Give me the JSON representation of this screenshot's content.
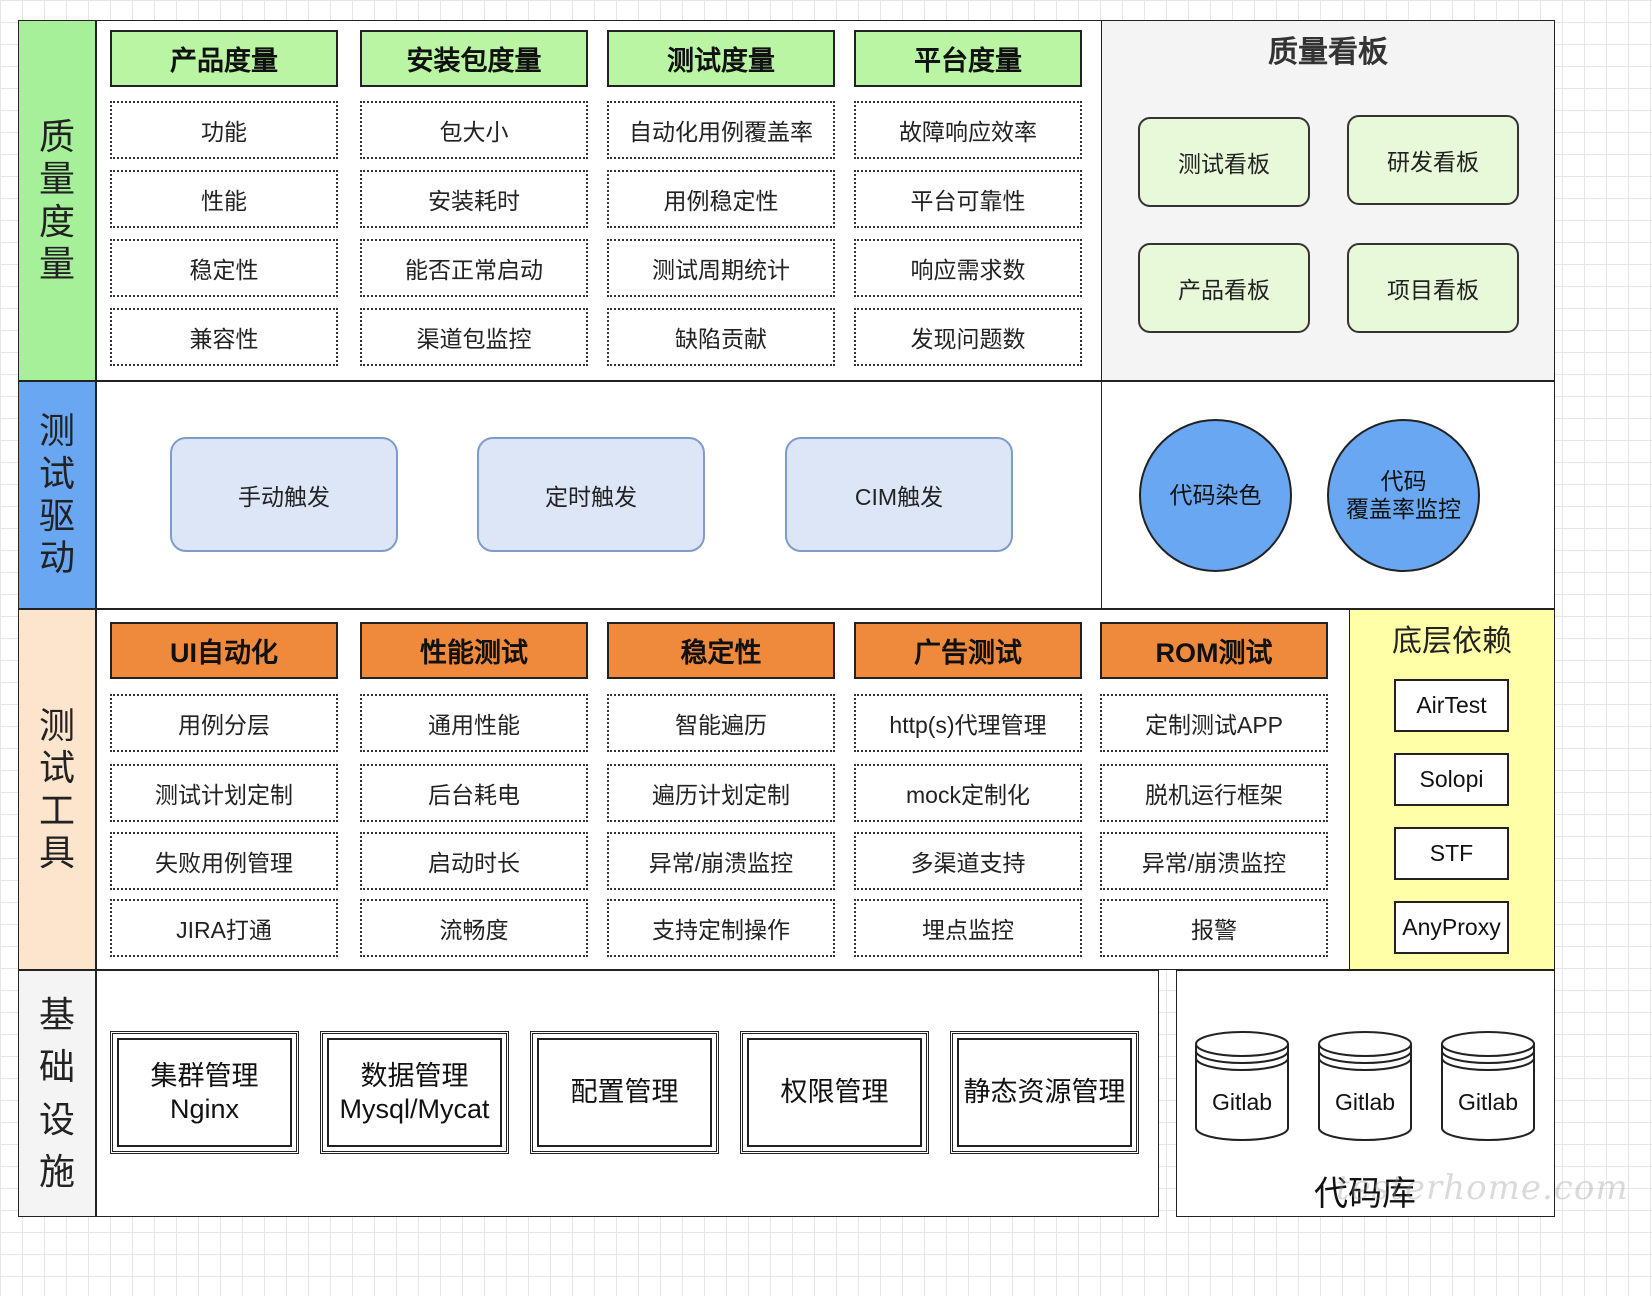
{
  "side_labels": {
    "quality_metrics": [
      "质",
      "量",
      "度",
      "量"
    ],
    "test_driver": [
      "测",
      "试",
      "驱",
      "动"
    ],
    "test_tools": [
      "测",
      "试",
      "工",
      "具"
    ],
    "infrastructure": [
      "基",
      "础",
      "设",
      "施"
    ]
  },
  "quality_metrics": {
    "columns": [
      {
        "header": "产品度量",
        "items": [
          "功能",
          "性能",
          "稳定性",
          "兼容性"
        ]
      },
      {
        "header": "安装包度量",
        "items": [
          "包大小",
          "安装耗时",
          "能否正常启动",
          "渠道包监控"
        ]
      },
      {
        "header": "测试度量",
        "items": [
          "自动化用例覆盖率",
          "用例稳定性",
          "测试周期统计",
          "缺陷贡献"
        ]
      },
      {
        "header": "平台度量",
        "items": [
          "故障响应效率",
          "平台可靠性",
          "响应需求数",
          "发现问题数"
        ]
      }
    ]
  },
  "quality_board": {
    "title": "质量看板",
    "boards": [
      "测试看板",
      "研发看板",
      "产品看板",
      "项目看板"
    ]
  },
  "test_driver": {
    "triggers": [
      "手动触发",
      "定时触发",
      "CIM触发"
    ],
    "circles": [
      {
        "lines": [
          "代码染色"
        ]
      },
      {
        "lines": [
          "代码",
          "覆盖率监控"
        ]
      }
    ]
  },
  "test_tools": {
    "columns": [
      {
        "header": "UI自动化",
        "items": [
          "用例分层",
          "测试计划定制",
          "失败用例管理",
          "JIRA打通"
        ]
      },
      {
        "header": "性能测试",
        "items": [
          "通用性能",
          "后台耗电",
          "启动时长",
          "流畅度"
        ]
      },
      {
        "header": "稳定性",
        "items": [
          "智能遍历",
          "遍历计划定制",
          "异常/崩溃监控",
          "支持定制操作"
        ]
      },
      {
        "header": "广告测试",
        "items": [
          "http(s)代理管理",
          "mock定制化",
          "多渠道支持",
          "埋点监控"
        ]
      },
      {
        "header": "ROM测试",
        "items": [
          "定制测试APP",
          "脱机运行框架",
          "异常/崩溃监控",
          "报警"
        ]
      }
    ]
  },
  "dependencies": {
    "title": "底层依赖",
    "items": [
      "AirTest",
      "Solopi",
      "STF",
      "AnyProxy"
    ]
  },
  "infrastructure": {
    "modules": [
      {
        "lines": [
          "集群管理",
          "Nginx"
        ]
      },
      {
        "lines": [
          "数据管理",
          "Mysql/Mycat"
        ]
      },
      {
        "lines": [
          "配置管理"
        ]
      },
      {
        "lines": [
          "权限管理"
        ]
      },
      {
        "lines": [
          "静态资源管理"
        ]
      }
    ]
  },
  "code_repo": {
    "title": "代码库",
    "repos": [
      "Gitlab",
      "Gitlab",
      "Gitlab"
    ]
  },
  "watermark": "testerhome.com",
  "colors": {
    "side_quality": "#a6f09a",
    "side_driver": "#6aa7f2",
    "side_tools": "#fce4cd",
    "side_infra": "#f4f4f4",
    "header_green": "#b9f5a3",
    "header_orange": "#ef8a3c",
    "board_fill": "#e7f9d8",
    "trigger_fill": "#dce6f7",
    "circle_fill": "#6aa7f2",
    "deps_fill": "#ffffa8",
    "board_panel_fill": "#f4f4f4"
  }
}
